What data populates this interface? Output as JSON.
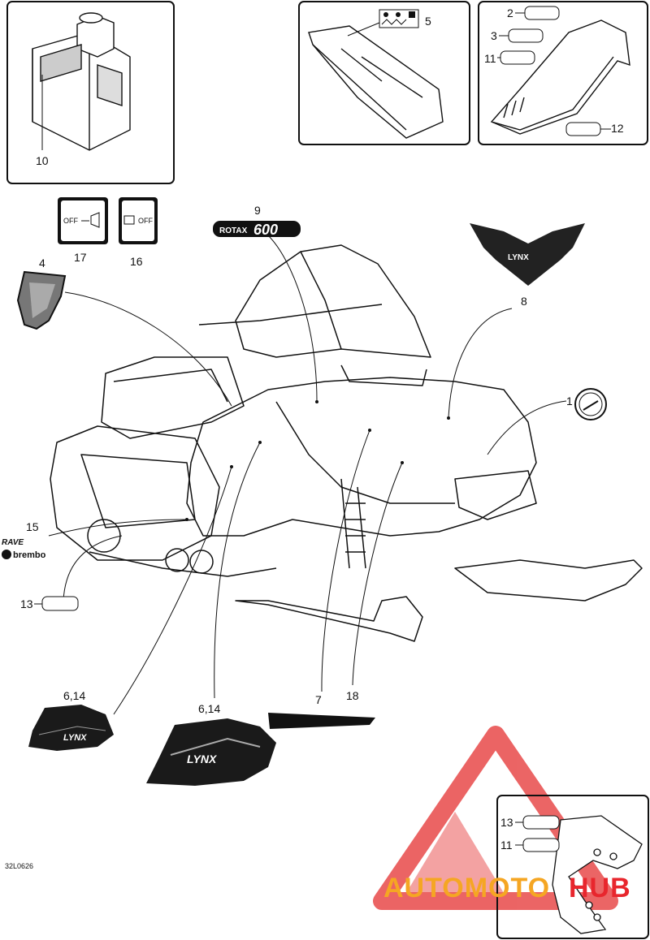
{
  "callouts": {
    "c1": "1",
    "c2": "2",
    "c3": "3",
    "c4": "4",
    "c5": "5",
    "c6a": "6,14",
    "c6b": "6,14",
    "c7": "7",
    "c8": "8",
    "c9": "9",
    "c10": "10",
    "c11": "11",
    "c12": "12",
    "c13": "13",
    "c15": "15",
    "c16": "16",
    "c17": "17",
    "c18": "18",
    "inset_13": "13",
    "inset_11": "11"
  },
  "decals": {
    "rotax_word": "ROTAX",
    "rotax_num": "600",
    "lynx_side": "LYNX",
    "lynx_hood": "LYNX",
    "lynx_front": "LYNX",
    "rave": "RAVE",
    "brembo": "brembo",
    "off_a": "OFF",
    "off_b": "OFF"
  },
  "drawing_code": "32L0626",
  "watermark": {
    "part1": "AUTOMOTO",
    "part2": "HUB",
    "color1": "#f5a623",
    "color2": "#e8262d"
  }
}
